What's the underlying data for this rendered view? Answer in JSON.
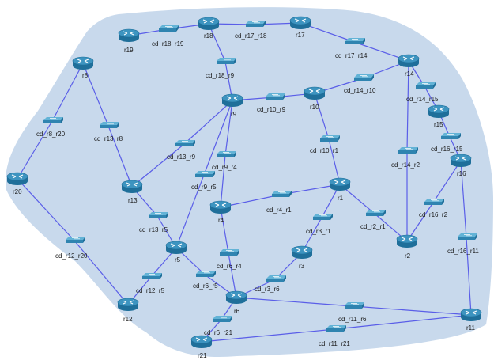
{
  "diagram": {
    "colors": {
      "cloud_fill": "#c8d9ec",
      "link": "#5a5ee8",
      "router_body": "#1f6f9a",
      "router_top": "#3d94c0",
      "switch_body": "#2f84b0",
      "switch_top": "#63b3d6",
      "label": "#1a1a1a"
    },
    "routers": [
      {
        "id": "r1",
        "label": "r1",
        "icon": "router-icon"
      },
      {
        "id": "r2",
        "label": "r2",
        "icon": "router-icon"
      },
      {
        "id": "r3",
        "label": "r3",
        "icon": "router-icon"
      },
      {
        "id": "r4",
        "label": "r4",
        "icon": "router-icon"
      },
      {
        "id": "r5",
        "label": "r5",
        "icon": "router-icon"
      },
      {
        "id": "r6",
        "label": "r6",
        "icon": "router-icon"
      },
      {
        "id": "r8",
        "label": "r8",
        "icon": "router-icon"
      },
      {
        "id": "r9",
        "label": "r9",
        "icon": "router-icon"
      },
      {
        "id": "r10",
        "label": "r10",
        "icon": "router-icon"
      },
      {
        "id": "r11",
        "label": "r11",
        "icon": "router-icon"
      },
      {
        "id": "r12",
        "label": "r12",
        "icon": "router-icon"
      },
      {
        "id": "r13",
        "label": "r13",
        "icon": "router-icon"
      },
      {
        "id": "r14",
        "label": "r14",
        "icon": "router-icon"
      },
      {
        "id": "r15",
        "label": "r15",
        "icon": "router-icon"
      },
      {
        "id": "r16",
        "label": "r16",
        "icon": "router-icon"
      },
      {
        "id": "r17",
        "label": "r17",
        "icon": "router-icon"
      },
      {
        "id": "r18",
        "label": "r18",
        "icon": "router-icon"
      },
      {
        "id": "r19",
        "label": "r19",
        "icon": "router-icon"
      },
      {
        "id": "r20",
        "label": "r20",
        "icon": "router-icon"
      },
      {
        "id": "r21",
        "label": "r21",
        "icon": "router-icon"
      }
    ],
    "switches": [
      {
        "id": "cd_r18_r19",
        "label": "cd_r18_r19",
        "ends": [
          "r18",
          "r19"
        ]
      },
      {
        "id": "cd_r17_r18",
        "label": "cd_r17_r18",
        "ends": [
          "r17",
          "r18"
        ]
      },
      {
        "id": "cd_r17_r14",
        "label": "cd_r17_r14",
        "ends": [
          "r17",
          "r14"
        ]
      },
      {
        "id": "cd_r18_r9",
        "label": "cd_r18_r9",
        "ends": [
          "r18",
          "r9"
        ]
      },
      {
        "id": "cd_r10_r9",
        "label": "cd_r10_r9",
        "ends": [
          "r10",
          "r9"
        ]
      },
      {
        "id": "cd_r14_r10",
        "label": "cd_r14_r10",
        "ends": [
          "r14",
          "r10"
        ]
      },
      {
        "id": "cd_r14_r15",
        "label": "cd_r14_r15",
        "ends": [
          "r14",
          "r15"
        ]
      },
      {
        "id": "cd_r16_r15",
        "label": "cd_r16_r15",
        "ends": [
          "r16",
          "r15"
        ]
      },
      {
        "id": "cd_r8_r20",
        "label": "cd_r8_r20",
        "ends": [
          "r8",
          "r20"
        ]
      },
      {
        "id": "cd_r13_r8",
        "label": "cd_r13_r8",
        "ends": [
          "r13",
          "r8"
        ]
      },
      {
        "id": "cd_r13_r9",
        "label": "cd_r13_r9",
        "ends": [
          "r13",
          "r9"
        ]
      },
      {
        "id": "cd_r9_r4",
        "label": "cd_r9_r4",
        "ends": [
          "r9",
          "r4"
        ]
      },
      {
        "id": "cd_r9_r5",
        "label": "cd_r9_r5",
        "ends": [
          "r9",
          "r5"
        ]
      },
      {
        "id": "cd_r10_r1",
        "label": "cd_r10_r1",
        "ends": [
          "r10",
          "r1"
        ]
      },
      {
        "id": "cd_r14_r2",
        "label": "cd_r14_r2",
        "ends": [
          "r14",
          "r2"
        ]
      },
      {
        "id": "cd_r16_r2",
        "label": "cd_r16_r2",
        "ends": [
          "r16",
          "r2"
        ]
      },
      {
        "id": "cd_r16_r11",
        "label": "cd_r16_r11",
        "ends": [
          "r16",
          "r11"
        ]
      },
      {
        "id": "cd_r4_r1",
        "label": "cd_r4_r1",
        "ends": [
          "r4",
          "r1"
        ]
      },
      {
        "id": "cd_r2_r1",
        "label": "cd_r2_r1",
        "ends": [
          "r2",
          "r1"
        ]
      },
      {
        "id": "cd_r3_r1",
        "label": "cd_r3_r1",
        "ends": [
          "r3",
          "r1"
        ]
      },
      {
        "id": "cd_r13_r5",
        "label": "cd_r13_r5",
        "ends": [
          "r13",
          "r5"
        ]
      },
      {
        "id": "cd_r12_r20",
        "label": "cd_r12_r20",
        "ends": [
          "r12",
          "r20"
        ]
      },
      {
        "id": "cd_r6_r4",
        "label": "cd_r6_r4",
        "ends": [
          "r6",
          "r4"
        ]
      },
      {
        "id": "cd_r6_r5",
        "label": "cd_r6_r5",
        "ends": [
          "r6",
          "r5"
        ]
      },
      {
        "id": "cd_r12_r5",
        "label": "cd_r12_r5",
        "ends": [
          "r12",
          "r5"
        ]
      },
      {
        "id": "cd_r3_r6",
        "label": "cd_r3_r6",
        "ends": [
          "r3",
          "r6"
        ]
      },
      {
        "id": "cd_r11_r6",
        "label": "cd_r11_r6",
        "ends": [
          "r11",
          "r6"
        ]
      },
      {
        "id": "cd_r6_r21",
        "label": "cd_r6_r21",
        "ends": [
          "r6",
          "r21"
        ]
      },
      {
        "id": "cd_r11_r21",
        "label": "cd_r11_r21",
        "ends": [
          "r11",
          "r21"
        ]
      }
    ]
  }
}
